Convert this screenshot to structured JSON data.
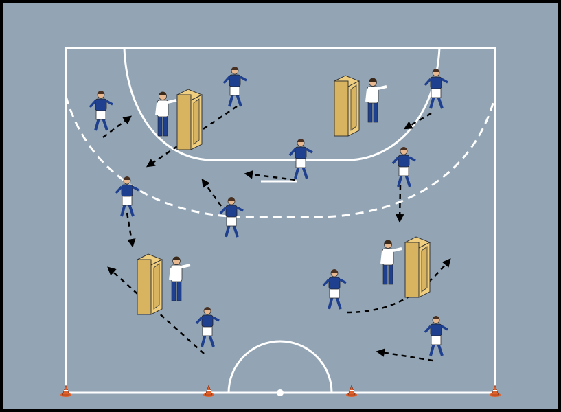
{
  "colors": {
    "background": "#93a5b5",
    "border": "#000000",
    "lines": "#ffffff",
    "jersey": "#1f3f8f",
    "shorts": "#ffffff",
    "coach_shirt": "#ffffff",
    "coach_trousers": "#1f3f8f",
    "frame": "#efcf7f",
    "frame_dark": "#d9b460",
    "cone": "#e0602a",
    "arrow": "#000000"
  },
  "diagram": {
    "players_count": 10,
    "coaches_count": 4,
    "frames_count": 4,
    "cones_count": 4
  }
}
